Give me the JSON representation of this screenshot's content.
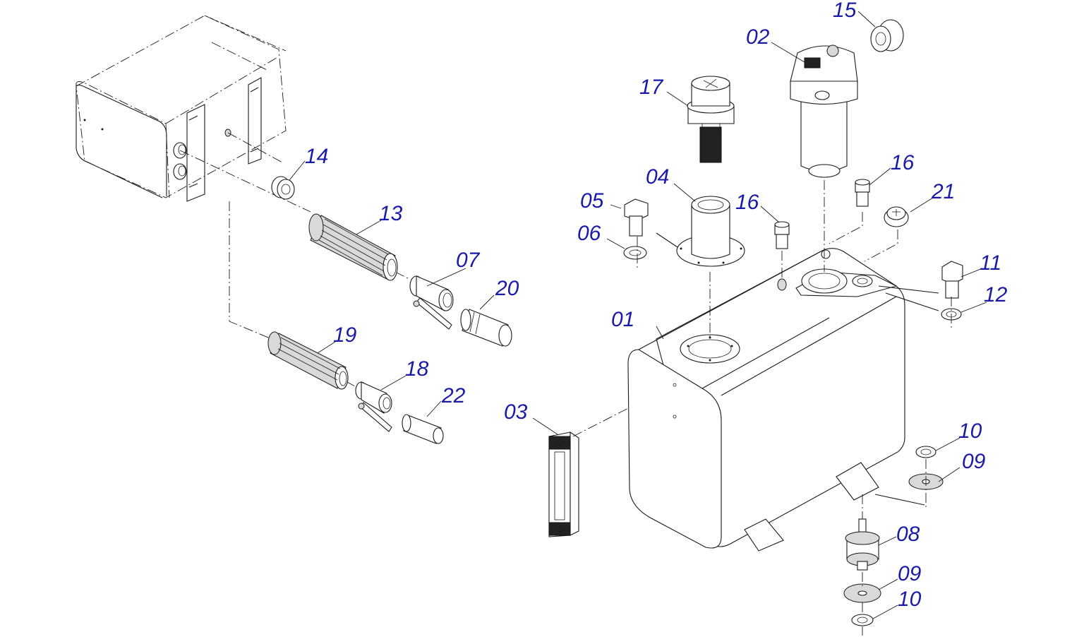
{
  "callouts": [
    {
      "id": "c01",
      "text": "01"
    },
    {
      "id": "c02",
      "text": "02"
    },
    {
      "id": "c03",
      "text": "03"
    },
    {
      "id": "c04",
      "text": "04"
    },
    {
      "id": "c05",
      "text": "05"
    },
    {
      "id": "c06",
      "text": "06"
    },
    {
      "id": "c07",
      "text": "07"
    },
    {
      "id": "c08",
      "text": "08"
    },
    {
      "id": "c09a",
      "text": "09"
    },
    {
      "id": "c09b",
      "text": "09"
    },
    {
      "id": "c10a",
      "text": "10"
    },
    {
      "id": "c10b",
      "text": "10"
    },
    {
      "id": "c11",
      "text": "11"
    },
    {
      "id": "c12",
      "text": "12"
    },
    {
      "id": "c13",
      "text": "13"
    },
    {
      "id": "c14",
      "text": "14"
    },
    {
      "id": "c15",
      "text": "15"
    },
    {
      "id": "c16a",
      "text": "16"
    },
    {
      "id": "c16b",
      "text": "16"
    },
    {
      "id": "c17",
      "text": "17"
    },
    {
      "id": "c18",
      "text": "18"
    },
    {
      "id": "c19",
      "text": "19"
    },
    {
      "id": "c20",
      "text": "20"
    },
    {
      "id": "c21",
      "text": "21"
    },
    {
      "id": "c22",
      "text": "22"
    }
  ],
  "colors": {
    "callout_text": "#1a1aa8",
    "line": "#1a1a1a"
  }
}
